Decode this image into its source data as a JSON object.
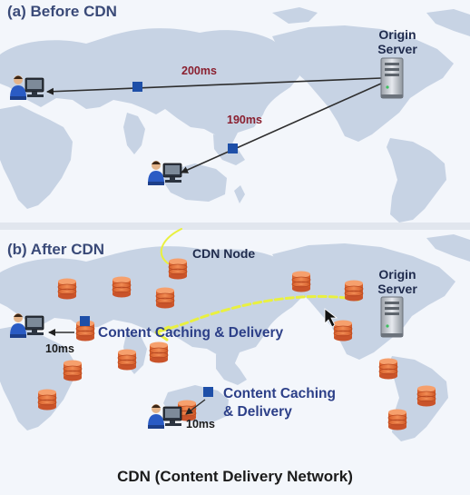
{
  "panels": {
    "before": {
      "title": "(a) Before CDN",
      "origin_line1": "Origin",
      "origin_line2": "Server",
      "latency_top": "200ms",
      "latency_bottom": "190ms"
    },
    "after": {
      "title": "(b) After CDN",
      "cdn_node_label": "CDN Node",
      "origin_line1": "Origin",
      "origin_line2": "Server",
      "caching_label": "Content Caching & Delivery",
      "caching_label_line1": "Content Caching",
      "caching_label_line2": "& Delivery",
      "latency_left": "10ms",
      "latency_bottom": "10ms"
    }
  },
  "footer": {
    "caption": "CDN (Content Delivery Network)"
  },
  "colors": {
    "land": "#c7d3e4",
    "ocean": "#f3f6fb",
    "panel_title": "#3a4a78",
    "latency": "#8a1f2f",
    "packet": "#1e4fa8",
    "cdn_node": "#e8703a",
    "caching_text": "#2c3f88",
    "highlight": "#e9f040"
  },
  "icons": {
    "user": "user-at-computer-icon",
    "server": "server-tower-icon",
    "cdn": "database-cylinder-icon",
    "packet": "packet-square-icon"
  }
}
